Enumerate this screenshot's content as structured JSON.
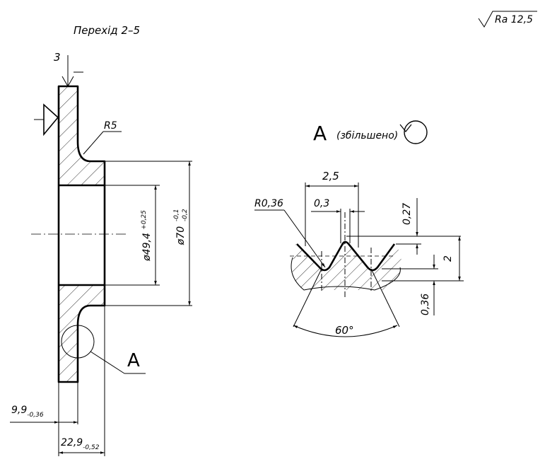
{
  "title": "Перехід 2–5",
  "roughness": "Ra 12,5",
  "view_label": "A",
  "view_note": "(збільшено)",
  "callout_label": "A",
  "feed_mark": "3",
  "dims": {
    "radius_fillet": "R5",
    "bore_dia_main": "ø49,4",
    "bore_dia_tol": "+0,25",
    "outer_dia_main": "ø70",
    "outer_dia_tol_up": "-0,1",
    "outer_dia_tol_low": "-0,2",
    "width_1_main": "9,9",
    "width_1_tol": "-0,36",
    "width_2_main": "22,9",
    "width_2_tol": "-0,52"
  },
  "thread": {
    "pitch": "2,5",
    "flat": "0,3",
    "radius": "R0,36",
    "crest": "0,27",
    "depth": "2",
    "root": "0,36",
    "angle": "60°"
  }
}
